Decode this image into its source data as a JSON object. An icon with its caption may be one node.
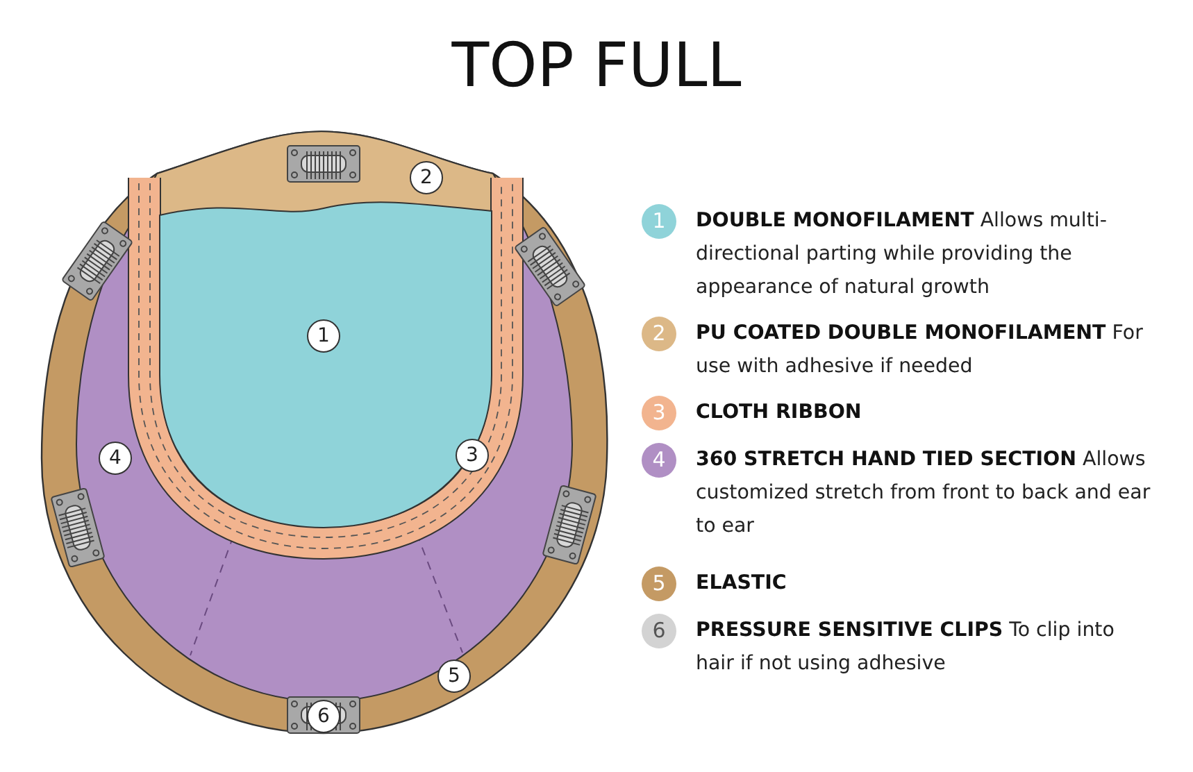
{
  "diagram": {
    "title": "TOP FULL",
    "labels": [
      "2",
      "1",
      "4",
      "3",
      "5",
      "6",
      "1",
      "2",
      "3",
      "4",
      "5",
      "6"
    ],
    "legend": [
      {
        "text": "**DOUBLE MONOFILAMENT** Allows multi-directional parting while providing the appearance of natural growth",
        "color": "#8fd3d9"
      },
      {
        "text": "**PU COATED DOUBLE MONOFILAMENT** For use with adhesive if needed",
        "color": "#dcb887"
      },
      {
        "text": "**CLOTH RIBBON**",
        "color": "#f2b48f"
      },
      {
        "text": "**360 STRETCH HAND TIED SECTION** Allows customized stretch from front to back and ear to ear",
        "color": "#b08fc4"
      },
      {
        "text": "**ELASTIC**",
        "color": "#c49a64"
      },
      {
        "text": "**PRESSURE SENSITIVE CLIPS** To clip into hair if not using adhesive",
        "color": "#d3d3d3"
      }
    ]
  }
}
